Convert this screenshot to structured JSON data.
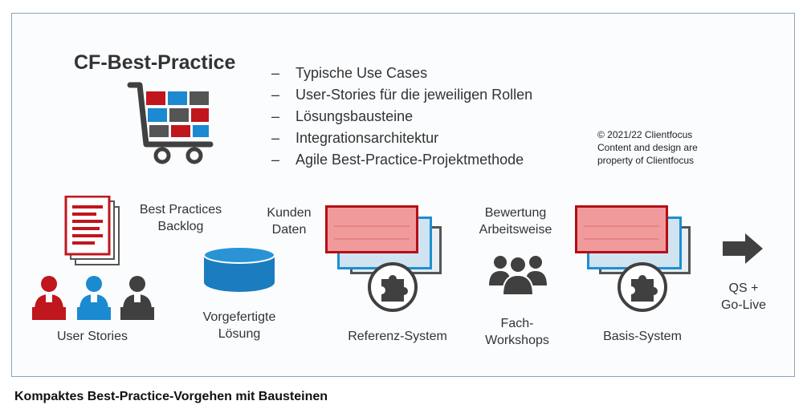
{
  "title": "CF-Best-Practice",
  "bullets": [
    "Typische Use Cases",
    "User-Stories für die jeweiligen Rollen",
    "Lösungsbausteine",
    "Integrationsarchitektur",
    "Agile Best-Practice-Projektmethode"
  ],
  "bullet_marker": "–",
  "copyright": {
    "line1": "© 2021/22 Clientfocus",
    "line2": "Content and design are",
    "line3": "property of Clientfocus"
  },
  "steps": {
    "backlog": {
      "line1": "Best Practices",
      "line2": "Backlog"
    },
    "user_stories": "User Stories",
    "kunden_daten": {
      "line1": "Kunden",
      "line2": "Daten"
    },
    "vorgefertigt": {
      "line1": "Vorgefertigte",
      "line2": "Lösung"
    },
    "referenz": "Referenz-System",
    "bewertung": {
      "line1": "Bewertung",
      "line2": "Arbeitsweise"
    },
    "fach": {
      "line1": "Fach-",
      "line2": "Workshops"
    },
    "basis": "Basis-System",
    "golive": {
      "line1": "QS +",
      "line2": "Go-Live"
    }
  },
  "caption": "Kompaktes Best-Practice-Vorgehen mit Bausteinen",
  "colors": {
    "red": "#c0161d",
    "blue": "#1b8ad0",
    "dark": "#404040",
    "frame": "#8aa4bf"
  },
  "icons": [
    "shopping-cart-icon",
    "document-stack-icon",
    "user-red-icon",
    "user-blue-icon",
    "user-dark-icon",
    "database-icon",
    "screen-stack-icon",
    "puzzle-icon",
    "group-icon",
    "arrow-right-icon"
  ]
}
